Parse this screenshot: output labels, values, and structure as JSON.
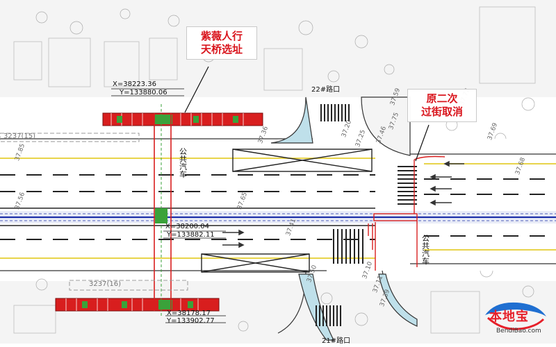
{
  "callouts": {
    "bridge_site": {
      "line1": "紫薇人行",
      "line2": "天桥选址"
    },
    "crossing_cancel": {
      "line1": "原二次",
      "line2": "过街取消"
    }
  },
  "coordinates": {
    "top_x": "X=38223.36",
    "top_y": "Y=133880.06",
    "mid_x": "X=38200.04",
    "mid_y": "Y=133882.11",
    "bot_x": "X=38178.17",
    "bot_y": "Y=133902.77"
  },
  "road_labels": {
    "bus_lane_upper": [
      "公",
      "共",
      "汽",
      "车"
    ],
    "bus_lane_lower": [
      "公",
      "共",
      "汽",
      "车"
    ]
  },
  "junction_labels": {
    "north": "22#路口",
    "south": "21#路口"
  },
  "elevations": [
    "37.59",
    "37.75",
    "37.46",
    "37.72",
    "37.69",
    "37.20",
    "37.25",
    "37.11",
    "37.10",
    "37.36",
    "37.68",
    "37.41",
    "37.56",
    "37.85",
    "37.65",
    "37.39",
    "37.50"
  ],
  "parcel_labels": {
    "upper": "3237(15)",
    "lower": "3237(16)"
  },
  "watermark": {
    "brand": "本地宝",
    "url": "BendiBao.com"
  },
  "colors": {
    "bridge_red": "#d81e1e",
    "axis_blue": "#1c2fa8",
    "bus_lane_yellow": "#e8d44a",
    "vegetation_green": "#3aa23a",
    "crosswalk_dark": "#222222"
  }
}
